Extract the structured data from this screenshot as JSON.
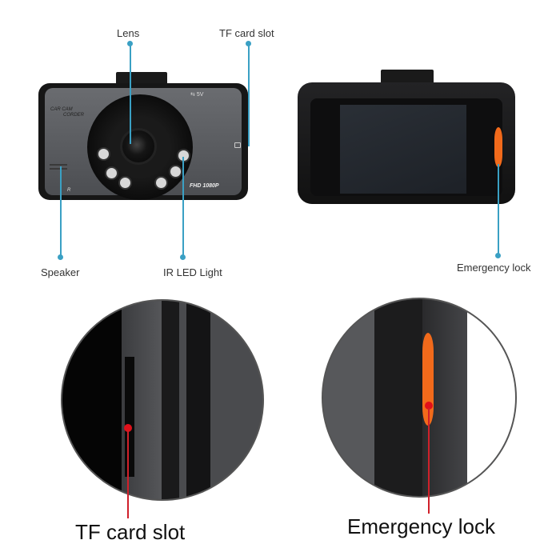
{
  "front_view": {
    "labels": {
      "lens": "Lens",
      "tf_card_slot": "TF card slot",
      "speaker": "Speaker",
      "ir_led_light": "IR LED Light"
    },
    "body_text": {
      "brand_line1": "CAR CAM",
      "brand_line2": "CORDER",
      "usb": "5V",
      "resolution": "FHD 1080P",
      "mic_mark": "R"
    }
  },
  "back_view": {
    "labels": {
      "emergency_lock": "Emergency lock"
    }
  },
  "closeups": {
    "tf_card_slot": "TF card slot",
    "emergency_lock": "Emergency lock"
  },
  "colors": {
    "callout_line": "#3aa0c4",
    "closeup_marker": "#e0101a",
    "emergency_button": "#f26a1b",
    "body_dark": "#1c1c1e",
    "face_gray": "#5a5c60"
  }
}
